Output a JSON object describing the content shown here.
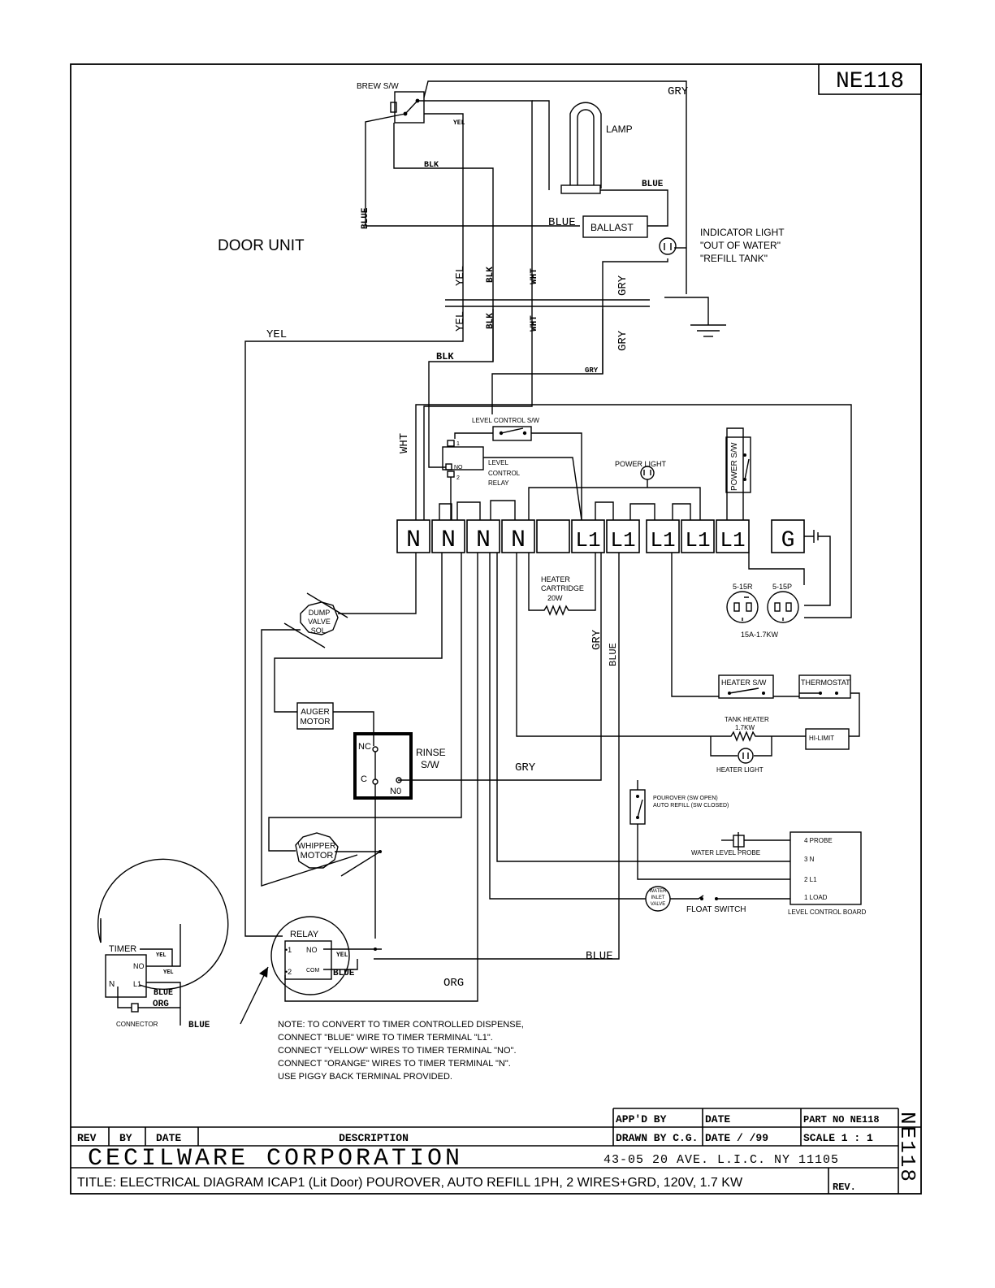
{
  "drawing_number": "NE118",
  "door_unit_label": "DOOR UNIT",
  "components": {
    "brew_sw": "BREW S/W",
    "lamp": "LAMP",
    "ballast": "BALLAST",
    "indicator_light": [
      "INDICATOR LIGHT",
      "\"OUT OF WATER\"",
      "\"REFILL TANK\""
    ],
    "level_control_sw": "LEVEL CONTROL S/W",
    "level_control_relay": [
      "LEVEL",
      "CONTROL",
      "RELAY"
    ],
    "power_light": "POWER LIGHT",
    "power_sw": "POWER S/W",
    "heater_cartridge": [
      "HEATER",
      "CARTRIDGE",
      "20W"
    ],
    "receptacle_515r": "5-15R",
    "plug_515p": "5-15P",
    "receptacle_rating": "15A-1.7KW",
    "dump_valve": [
      "DUMP",
      "VALVE",
      "SOL."
    ],
    "heater_sw": "HEATER S/W",
    "thermostat": "THERMOSTAT",
    "tank_heater": [
      "TANK HEATER",
      "1.7KW"
    ],
    "hi_limit": "HI-LIMIT",
    "heater_light": "HEATER LIGHT",
    "auger_motor": [
      "AUGER",
      "MOTOR"
    ],
    "rinse_sw": [
      "RINSE",
      "S/W"
    ],
    "pourover_sw": [
      "POUROVER (SW OPEN)",
      "AUTO REFILL (SW CLOSED)"
    ],
    "water_level_probe": "WATER LEVEL PROBE",
    "level_control_board": "LEVEL CONTROL BOARD",
    "board_terminals": [
      "4 PROBE",
      "3 N",
      "2 L1",
      "1 LOAD"
    ],
    "whipper_motor": [
      "WHIPPER",
      "MOTOR"
    ],
    "water_inlet_valve": [
      "WATER",
      "INLET",
      "VALVE"
    ],
    "float_switch": "FLOAT SWITCH",
    "relay": "RELAY",
    "timer": "TIMER",
    "connector": "CONNECTOR"
  },
  "terminals": [
    "N",
    "N",
    "N",
    "N",
    "",
    "L1",
    "L1",
    "L1",
    "L1",
    "L1",
    "G"
  ],
  "wire_labels": {
    "gry": "GRY",
    "yel": "YEL",
    "blk": "BLK",
    "wht": "WHT",
    "blue": "BLUE",
    "org": "ORG"
  },
  "pin_labels": {
    "nc": "NC",
    "c": "C",
    "no": "NO",
    "com": "COM",
    "one": "1",
    "two": "2",
    "n": "N",
    "l1": "L1",
    "no_b": "N0",
    "relay_1": "•1",
    "relay_2": "•2",
    "lcr_1": "1",
    "lcr_no": "NO",
    "lcr_2": "2"
  },
  "note": [
    "NOTE:  TO CONVERT TO TIMER CONTROLLED DISPENSE,",
    "CONNECT \"BLUE\" WIRE TO TIMER TERMINAL \"L1\".",
    "CONNECT \"YELLOW\" WIRES TO TIMER TERMINAL \"NO\".",
    "CONNECT \"ORANGE\" WIRES TO TIMER TERMINAL \"N\".",
    "USE PIGGY BACK TERMINAL PROVIDED."
  ],
  "title_block": {
    "appd_by": "APP'D BY",
    "date_label": "DATE",
    "part_no": "PART NO NE118",
    "rev": "REV",
    "by": "BY",
    "date": "DATE",
    "description": "DESCRIPTION",
    "drawn_by": "DRAWN BY C.G.",
    "date_value": "DATE   /   /99",
    "scale": "SCALE  1 : 1",
    "company": "CECILWARE CORPORATION",
    "address": "43-05  20 AVE. L.I.C.  NY  11105",
    "title": "TITLE: ELECTRICAL DIAGRAM    ICAP1 (Lit Door) POUROVER, AUTO REFILL 1PH, 2 WIRES+GRD, 120V,   1.7 KW",
    "rev_short": "REV.",
    "side_number": "NE118"
  }
}
